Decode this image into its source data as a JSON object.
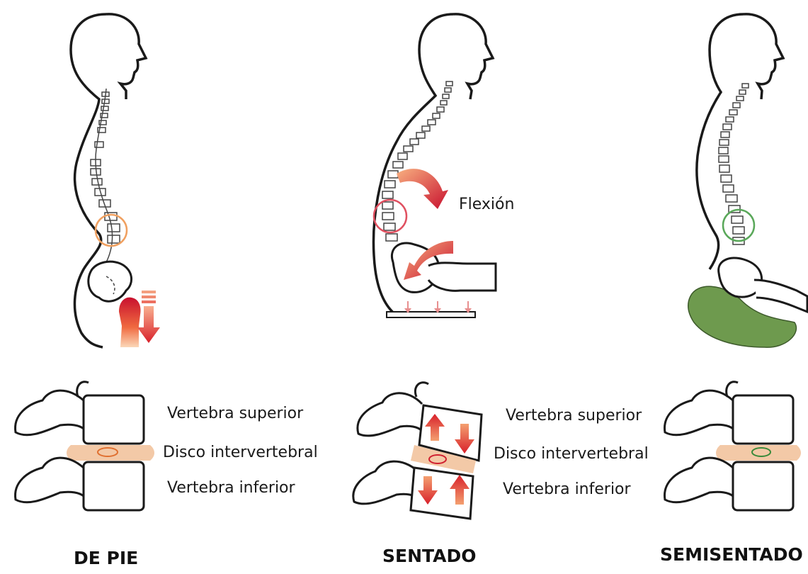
{
  "labels": {
    "flexion": "Flexión",
    "upper_vertebra": "Vertebra superior",
    "disc": "Disco intervertebral",
    "lower_vertebra": "Vertebra inferior"
  },
  "postures": [
    {
      "caption": "DE PIE",
      "highlight_color": "#f0a060"
    },
    {
      "caption": "SENTADO",
      "highlight_color": "#e05060"
    },
    {
      "caption": "SEMISENTADO",
      "highlight_color": "#5aa85a"
    }
  ],
  "colors": {
    "arrow_red": "#d8202a",
    "arrow_orange": "#f08a4a",
    "disc_band": "#f3c9a7",
    "cushion": "#6e9a4e",
    "outline": "#1a1a1a"
  }
}
